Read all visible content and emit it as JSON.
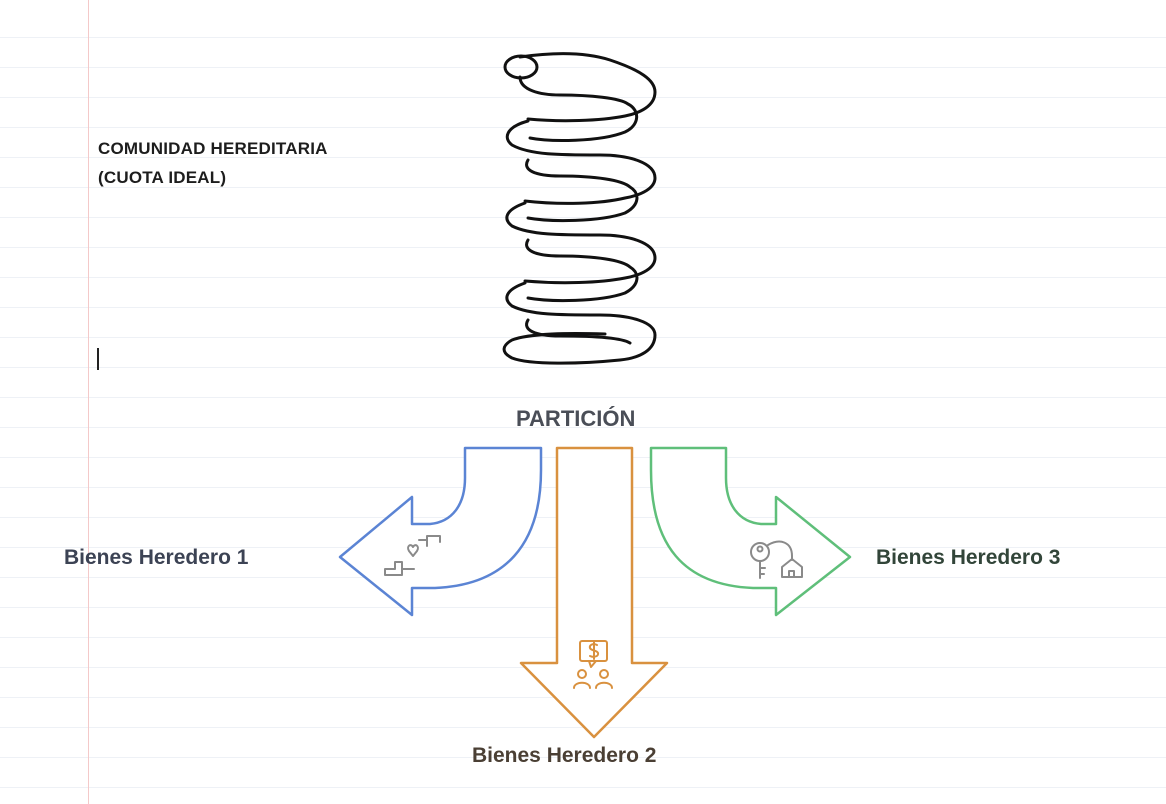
{
  "heading": {
    "line1": "COMUNIDAD HEREDITARIA",
    "line2": "(CUOTA IDEAL)"
  },
  "diagram": {
    "partition_label": "PARTICIÓN",
    "branches": [
      {
        "label": "Bienes Heredero 1",
        "color": "#5b84d4",
        "icon": "hand-giving-heart-icon"
      },
      {
        "label": "Bienes Heredero 2",
        "color": "#d9913f",
        "icon": "money-people-icon"
      },
      {
        "label": "Bienes Heredero 3",
        "color": "#5fbf7a",
        "icon": "key-house-icon"
      }
    ],
    "source_icon": "coil-spring-icon"
  }
}
